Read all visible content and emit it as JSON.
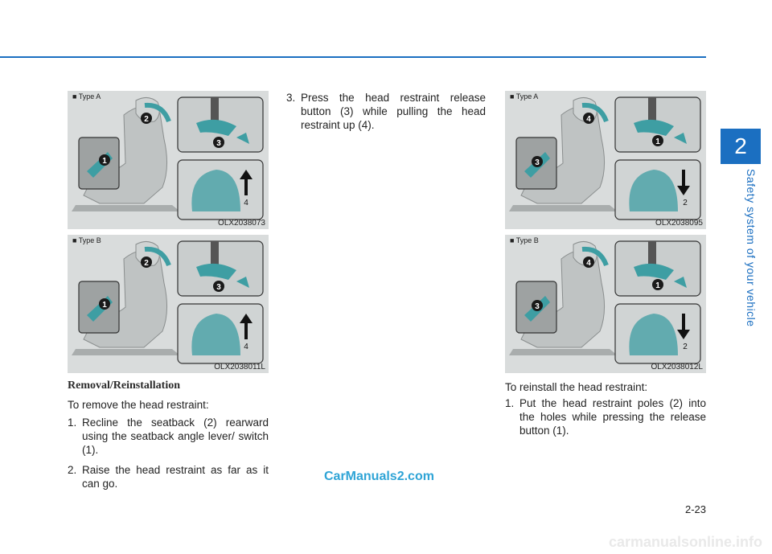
{
  "section": {
    "number": "2",
    "title": "Safety system of your vehicle"
  },
  "figures": [
    {
      "type_label": "■ Type A",
      "code": "OLX2038073",
      "callouts": [
        "2",
        "3",
        "1",
        "4"
      ]
    },
    {
      "type_label": "■ Type B",
      "code": "OLX2038011L",
      "callouts": [
        "2",
        "3",
        "1",
        "4"
      ]
    },
    {
      "type_label": "■ Type A",
      "code": "OLX2038095",
      "callouts": [
        "4",
        "1",
        "3",
        "2"
      ]
    },
    {
      "type_label": "■ Type B",
      "code": "OLX2038012L",
      "callouts": [
        "4",
        "1",
        "3",
        "2"
      ]
    }
  ],
  "removal": {
    "heading": "Removal/Reinstallation",
    "intro": "To remove the head restraint:",
    "steps": [
      {
        "num": "1.",
        "text": "Recline the seatback (2) rearward using the seatback angle lever/ switch (1)."
      },
      {
        "num": "2.",
        "text": "Raise the head restraint as far as it can go."
      },
      {
        "num": "3.",
        "text": "Press the head restraint release button (3) while pulling the head restraint up (4)."
      }
    ]
  },
  "reinstall": {
    "intro": "To reinstall the head restraint:",
    "steps": [
      {
        "num": "1.",
        "text": "Put the head restraint poles (2) into the holes while pressing the release button (1)."
      }
    ]
  },
  "page_number": "2-23",
  "watermark": "CarManuals2.com",
  "footer_watermark": "carmanualsonline.info",
  "colors": {
    "accent": "#1b6fc1",
    "teal": "#3e9ea3",
    "figure_bg": "#d9dcdc"
  }
}
